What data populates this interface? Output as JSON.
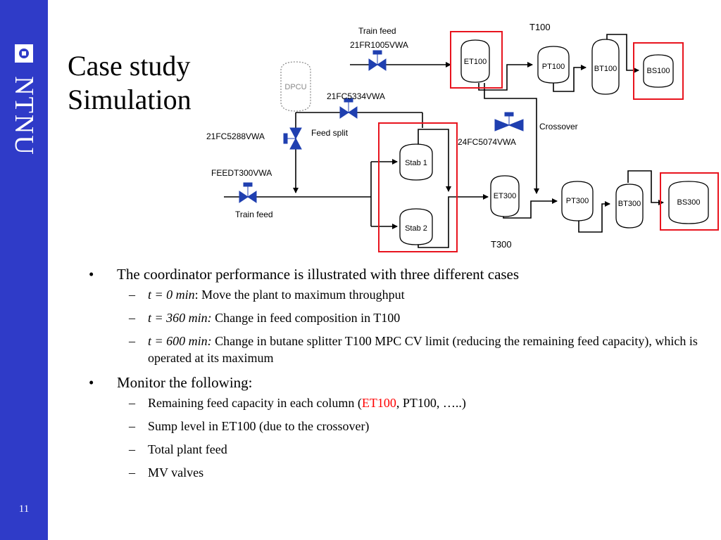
{
  "sidebar": {
    "logo_text": "NTNU",
    "page_number": "11"
  },
  "title": {
    "line1": "Case study",
    "line2": "Simulation"
  },
  "diagram": {
    "labels": {
      "train_feed_top": "Train feed",
      "valve_21fr1005": "21FR1005VWA",
      "dpcu": "DPCU",
      "valve_21fc5334": "21FC5334VWA",
      "valve_21fc5288": "21FC5288VWA",
      "feed_split": "Feed split",
      "feedt300": "FEEDT300VWA",
      "train_feed_bottom": "Train feed",
      "t100": "T100",
      "t300": "T300",
      "crossover": "Crossover",
      "valve_24fc5074": "24FC5074VWA"
    },
    "units": {
      "et100": "ET100",
      "pt100": "PT100",
      "bt100": "BT100",
      "bs100": "BS100",
      "stab1": "Stab 1",
      "stab2": "Stab 2",
      "et300": "ET300",
      "pt300": "PT300",
      "bt300": "BT300",
      "bs300": "BS300"
    },
    "colors": {
      "highlight": "#e8141e",
      "valve": "#1f3fb0",
      "line": "#000000"
    }
  },
  "bullets": {
    "item1": "The coordinator performance is illustrated with three different cases",
    "sub1_1_time": "t = 0 min",
    "sub1_1_text": ": Move the plant to maximum throughput",
    "sub1_2_time": "t = 360 min:",
    "sub1_2_text": " Change in feed composition in T100",
    "sub1_3_time": "t = 600 min:",
    "sub1_3_text": " Change in  butane splitter T100 MPC CV limit (reducing the remaining feed capacity), which is operated at its maximum",
    "item2": "Monitor the following:",
    "sub2_1_pre": "Remaining feed capacity in each column (",
    "sub2_1_red": "ET100",
    "sub2_1_post": ", PT100, …..)",
    "sub2_2": "Sump level in ET100 (due to the crossover)",
    "sub2_3": "Total plant feed",
    "sub2_4": "MV valves"
  }
}
